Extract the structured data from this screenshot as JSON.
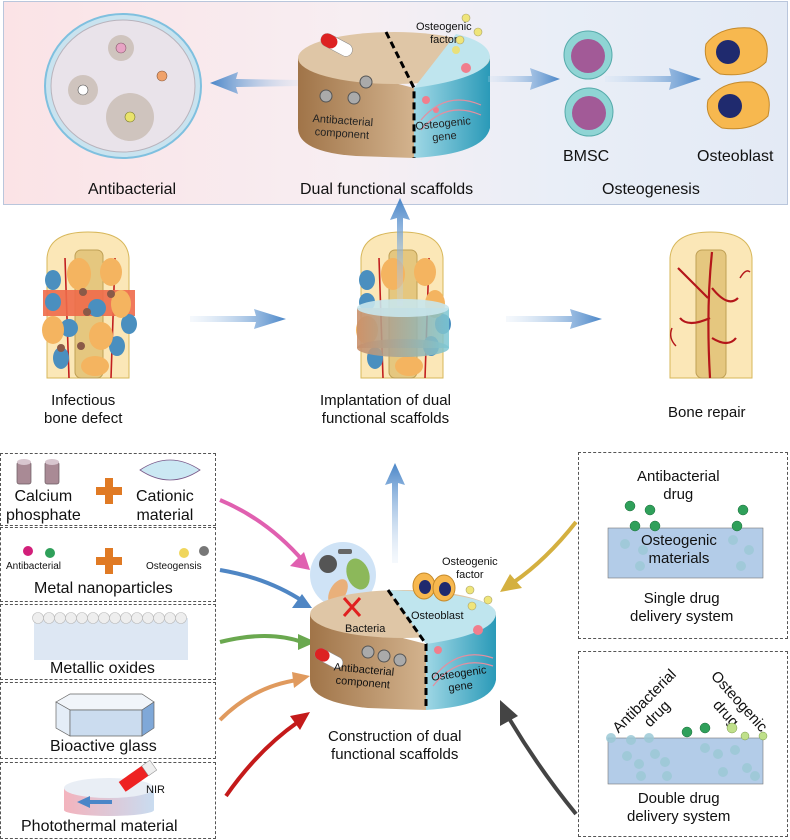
{
  "top_panel": {
    "antibacterial_label": "Antibacterial",
    "scaffold_label": "Dual functional scaffolds",
    "osteogenesis_label": "Osteogenesis",
    "scaffold_left_label": "Antibacterial\ncomponent",
    "scaffold_left_label_l1": "Antibacterial",
    "scaffold_left_label_l2": "component",
    "scaffold_factor_l1": "Osteogenic",
    "scaffold_factor_l2": "factor",
    "scaffold_gene_l1": "Osteogenic",
    "scaffold_gene_l2": "gene",
    "bmsc_label": "BMSC",
    "osteoblast_label": "Osteoblast"
  },
  "middle_row": {
    "stage1_l1": "Infectious",
    "stage1_l2": "bone defect",
    "stage2_l1": "Implantation of dual",
    "stage2_l2": "functional scaffolds",
    "stage3_l1": "Bone repair"
  },
  "materials": {
    "calcium_l1": "Calcium",
    "calcium_l2": "phosphate",
    "cationic_l1": "Cationic",
    "cationic_l2": "material",
    "np_antibacterial": "Antibacterial",
    "np_osteogenesis": "Osteogensis",
    "metal_np": "Metal nanoparticles",
    "metallic_oxides": "Metallic oxides",
    "bioactive_glass": "Bioactive glass",
    "nir": "NIR",
    "photothermal": "Photothermal material"
  },
  "center": {
    "bacteria": "Bacteria",
    "osteoblast": "Osteoblast",
    "factor_l1": "Osteogenic",
    "factor_l2": "factor",
    "antibacterial_l1": "Antibacterial",
    "antibacterial_l2": "component",
    "gene_l1": "Osteogenic",
    "gene_l2": "gene",
    "title_l1": "Construction of dual",
    "title_l2": "functional scaffolds"
  },
  "delivery": {
    "single_drug_l1": "Antibacterial",
    "single_drug_l2": "drug",
    "single_mat_l1": "Osteogenic",
    "single_mat_l2": "materials",
    "single_title_l1": "Single drug",
    "single_title_l2": "delivery system",
    "double_anti_l1": "Antibacterial",
    "double_anti_l2": "drug",
    "double_osteo_l1": "Osteogenic",
    "double_osteo_l2": "drug",
    "double_title_l1": "Double drug",
    "double_title_l2": "delivery system"
  },
  "colors": {
    "antibacterial_tan": "#b48a60",
    "osteogenic_teal": "#3aaec6",
    "arrow_blue": "#4a86c8",
    "plus_orange": "#e07a24"
  }
}
